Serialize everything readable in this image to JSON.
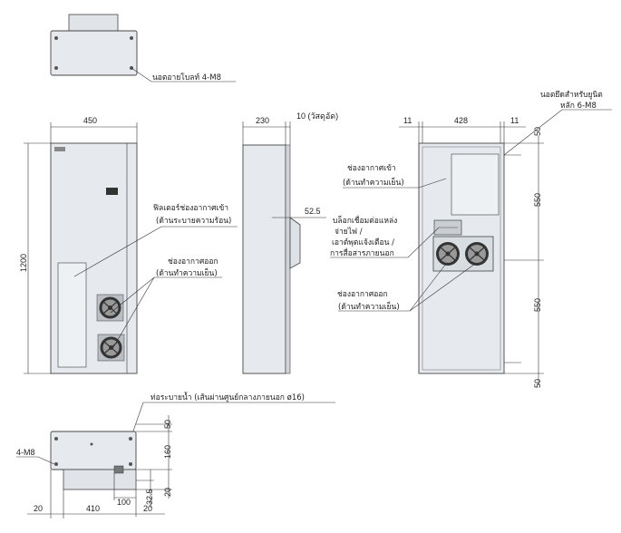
{
  "labels": {
    "top_bolts": "นอตอายโบลท์ 4-M8",
    "main_bolts_l1": "นอตยึดสำหรับยูนิต",
    "main_bolts_l2": "หลัก 6-M8",
    "filter_l1": "ฟิลเตอร์ช่องอากาศเข้า",
    "filter_l2": "(ด้านระบายความร้อน)",
    "outlet_left_l1": "ช่องอากาศออก",
    "outlet_left_l2": "(ด้านทำความเย็น)",
    "inlet_right_l1": "ช่องอากาศเข้า",
    "inlet_right_l2": "(ด้านทำความเย็น)",
    "block_l1": "บล็อกเชื่อมต่อแหล่ง",
    "block_l2": "จ่ายไฟ /",
    "block_l3": "เอาต์พุตแจ้งเตือน /",
    "block_l4": "การสื่อสารภายนอก",
    "outlet_right_l1": "ช่องอากาศออก",
    "outlet_right_l2": "(ด้านทำความเย็น)",
    "drain": "ท่อระบายน้ำ (เส้นผ่านศูนย์กลางภายนอก ø16)",
    "bottom_bolts": "4-M8"
  },
  "dims": {
    "front_width": "450",
    "height": "1200",
    "side_depth": "230",
    "side_flange": "10 (วัสดุอัด)",
    "side_offset": "52.5",
    "back_left": "11",
    "back_width": "428",
    "back_right": "11",
    "back_v1": "50",
    "back_v2": "550",
    "back_v3": "550",
    "back_v4": "50",
    "bot_left": "20",
    "bot_mid": "410",
    "bot_right": "20",
    "bot_100": "100",
    "bot_v50": "50",
    "bot_v160": "160",
    "bot_v32": "32.5",
    "bot_v20": "20"
  }
}
